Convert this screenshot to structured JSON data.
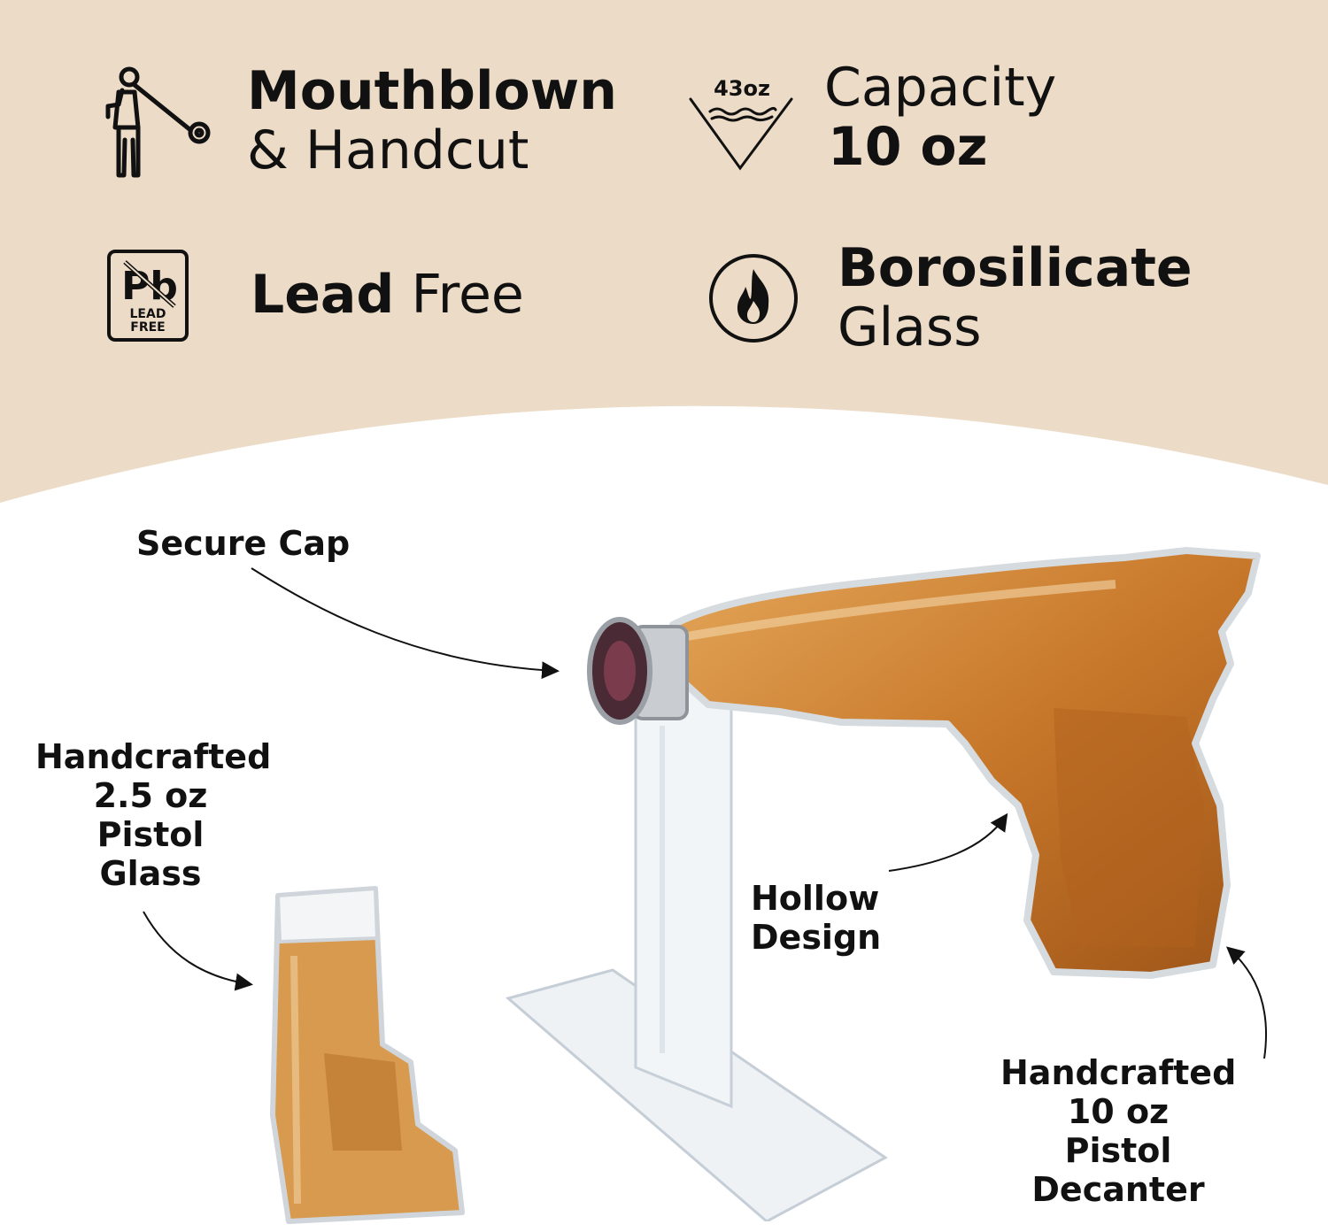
{
  "features": {
    "mouthblown": {
      "strong": "Mouthblown",
      "rest": "& Handcut",
      "icon": "glassblower-icon"
    },
    "capacity": {
      "title": "Capacity",
      "value": "10 oz",
      "icon_label": "43oz",
      "icon": "capacity-cone-icon"
    },
    "lead_free": {
      "strong": "Lead",
      "rest": "Free",
      "icon_line1": "LEAD",
      "icon_line2": "FREE",
      "icon": "lead-free-icon"
    },
    "borosilicate": {
      "strong": "Borosilicate",
      "rest": "Glass",
      "icon": "flame-icon"
    }
  },
  "callouts": {
    "secure_cap": "Secure Cap",
    "shot_glass": [
      "Handcrafted",
      "2.5 oz",
      "Pistol",
      "Glass"
    ],
    "hollow": [
      "Hollow",
      "Design"
    ],
    "decanter": [
      "Handcrafted",
      "10 oz",
      "Pistol",
      "Decanter"
    ]
  },
  "colors": {
    "banner": "#ecdcc7",
    "ink": "#111111",
    "whiskey": "#c8782a"
  }
}
